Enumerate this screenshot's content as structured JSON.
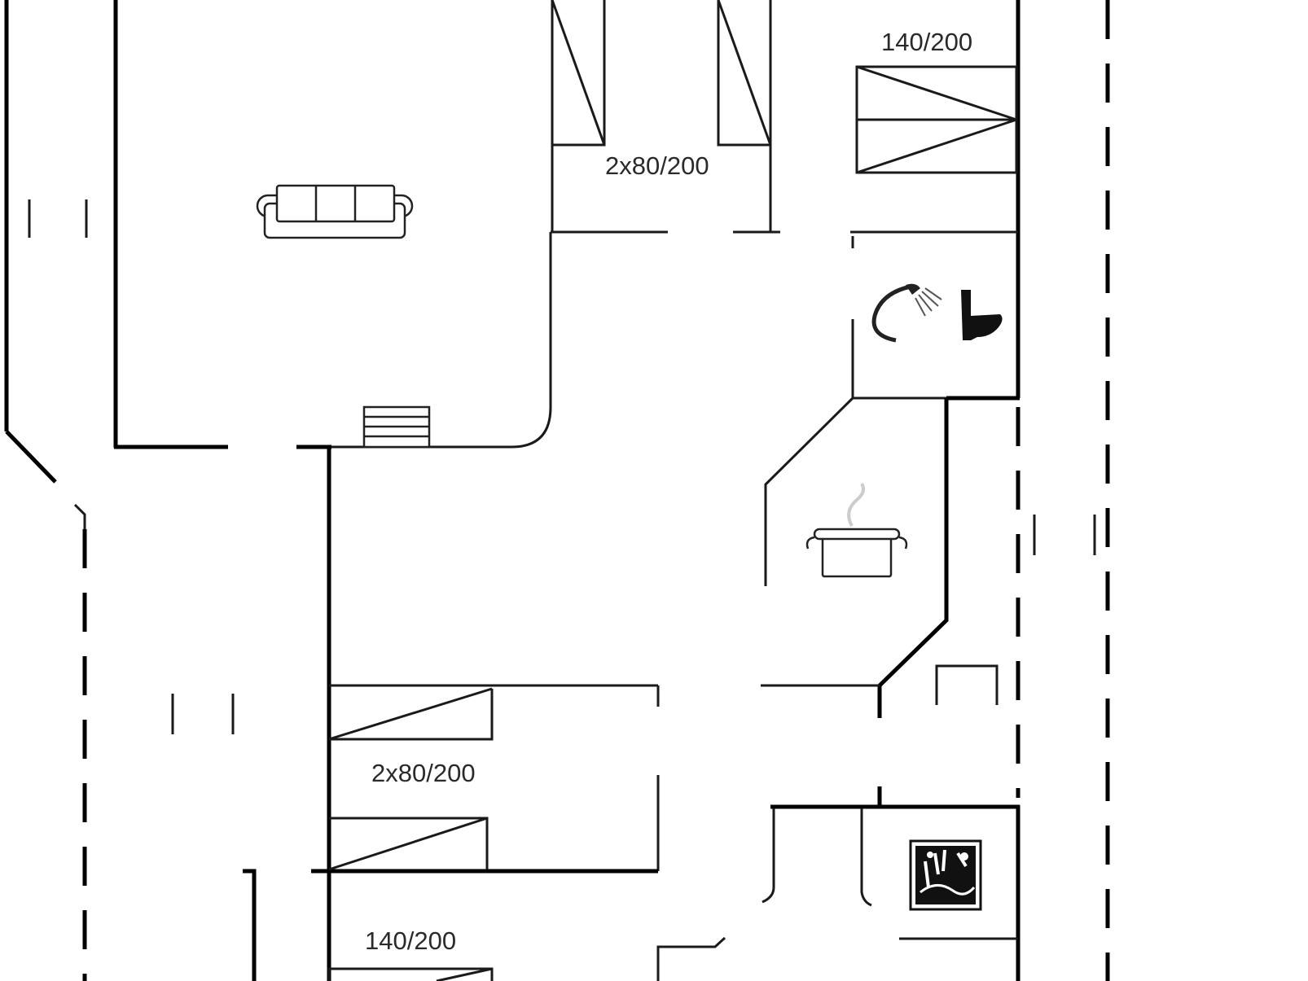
{
  "labels": {
    "bed_top_left": "2x80/200",
    "bed_top_right": "140/200",
    "bed_mid_left": "2x80/200",
    "bed_bottom_left": "140/200"
  },
  "icons": {
    "sofa": "sofa-icon",
    "shower": "shower-icon",
    "toilet": "toilet-icon",
    "stove": "cooking-pot-icon",
    "stairs": "stairs-icon",
    "sauna": "sauna-icon"
  },
  "colors": {
    "wall": "#000000",
    "background": "#ffffff"
  }
}
